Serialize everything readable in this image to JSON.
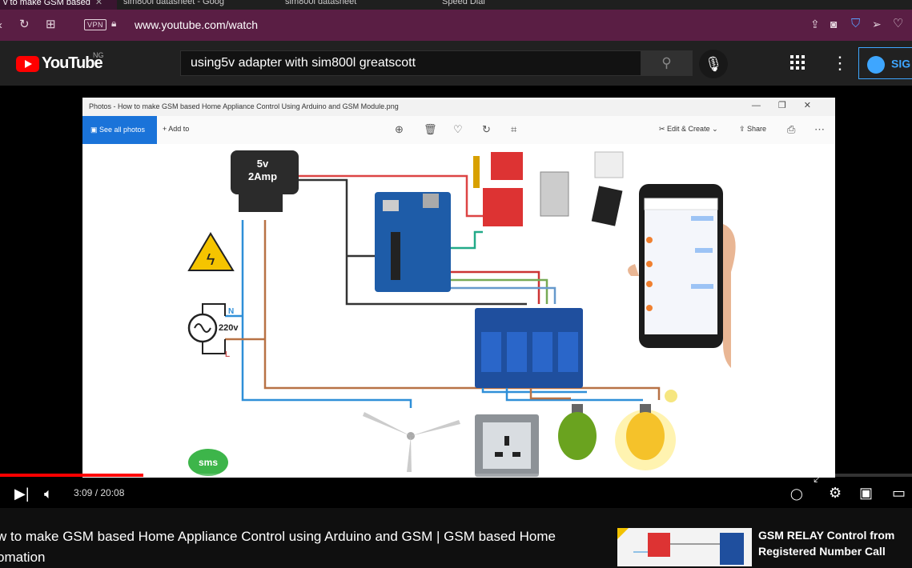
{
  "browser": {
    "tabs": [
      {
        "label": "v to make GSM based",
        "active": true
      },
      {
        "label": "sim800l datasheet - Goog",
        "active": false
      },
      {
        "label": "sim800l datasheet",
        "active": false
      },
      {
        "label": "Speed Dial",
        "active": false
      }
    ],
    "vpn_label": "VPN",
    "url": "www.youtube.com/watch"
  },
  "youtube": {
    "logo_text": "YouTube",
    "region": "NG",
    "search_value": "using5v adapter with sim800l  greatscott",
    "signin_label": "SIG"
  },
  "photos_window": {
    "title": "Photos - How to make GSM based Home Appliance Control Using Arduino and GSM Module.png",
    "see_all": "See all photos",
    "add_to": "Add to",
    "edit_create": "Edit & Create",
    "share": "Share"
  },
  "diagram": {
    "adapter": "5v\n2Amp",
    "adapter_line1": "5v",
    "adapter_line2": "2Amp",
    "voltage": "220v",
    "neutral": "N",
    "live": "L",
    "sms": "sms"
  },
  "player": {
    "current_time": "3:09",
    "duration": "20:08",
    "time_display": "3:09 / 20:08",
    "progress_played": 0.157,
    "progress_loaded": 0.21
  },
  "video": {
    "title": "w to make GSM based Home Appliance Control using Arduino and GSM | GSM based Home\nomation",
    "title_line1": "w to make GSM based Home Appliance Control using Arduino and GSM | GSM based Home",
    "title_line2": "omation"
  },
  "related": {
    "title_line1": "GSM RELAY Control from",
    "title_line2": "Registered Number Call"
  },
  "colors": {
    "youtube_red": "#ff0000",
    "browser_accent": "#5a1e44",
    "link_blue": "#3ea6ff",
    "photos_blue": "#1a73d9"
  }
}
